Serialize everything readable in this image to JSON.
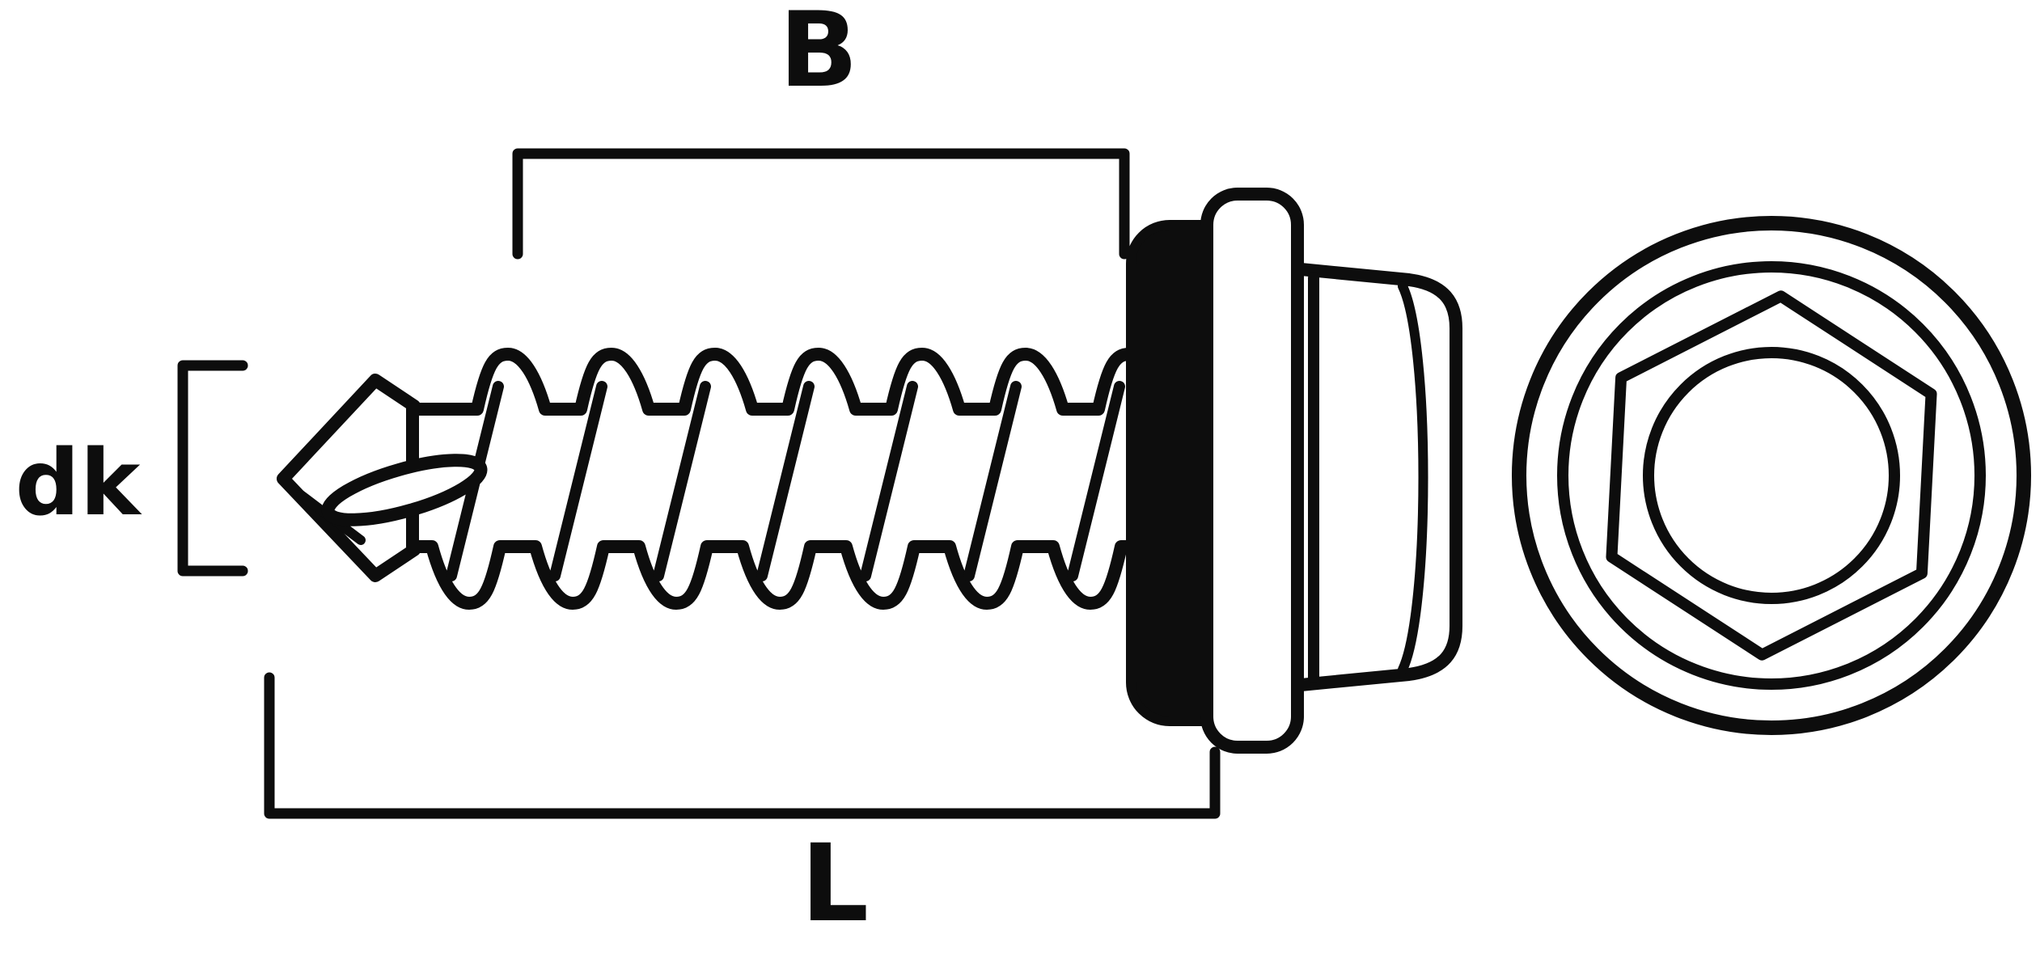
{
  "figure": {
    "labels": {
      "thread_length": "B",
      "head_diameter": "dk",
      "total_length": "L"
    },
    "colors": {
      "line": "#0d0d0d",
      "background": "#ffffff",
      "seal_fill": "#0d0d0d"
    }
  }
}
